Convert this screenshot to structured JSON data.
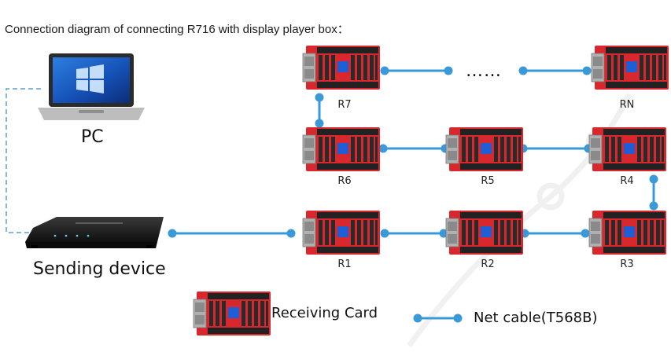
{
  "title": "Connection diagram of connecting R716 with display player box：",
  "devices": {
    "pc_label": "PC",
    "sender_label": "Sending device"
  },
  "cards": {
    "r1": "R1",
    "r2": "R2",
    "r3": "R3",
    "r4": "R4",
    "r5": "R5",
    "r6": "R6",
    "r7": "R7",
    "rn": "RN"
  },
  "ellipsis": "……",
  "legend": {
    "card_label": "Receiving Card",
    "cable_label": "Net cable(T568B)"
  },
  "colors": {
    "cable": "#3a9ad9",
    "card": "#d8282d",
    "module": "#2a2a2a",
    "chip": "#1f5fd6",
    "connector": "#a8a8a8",
    "dashed": "#5aa0c8"
  },
  "icons": {
    "pc": "laptop-icon",
    "sender": "sending-box-icon",
    "card": "receiving-card-icon"
  }
}
